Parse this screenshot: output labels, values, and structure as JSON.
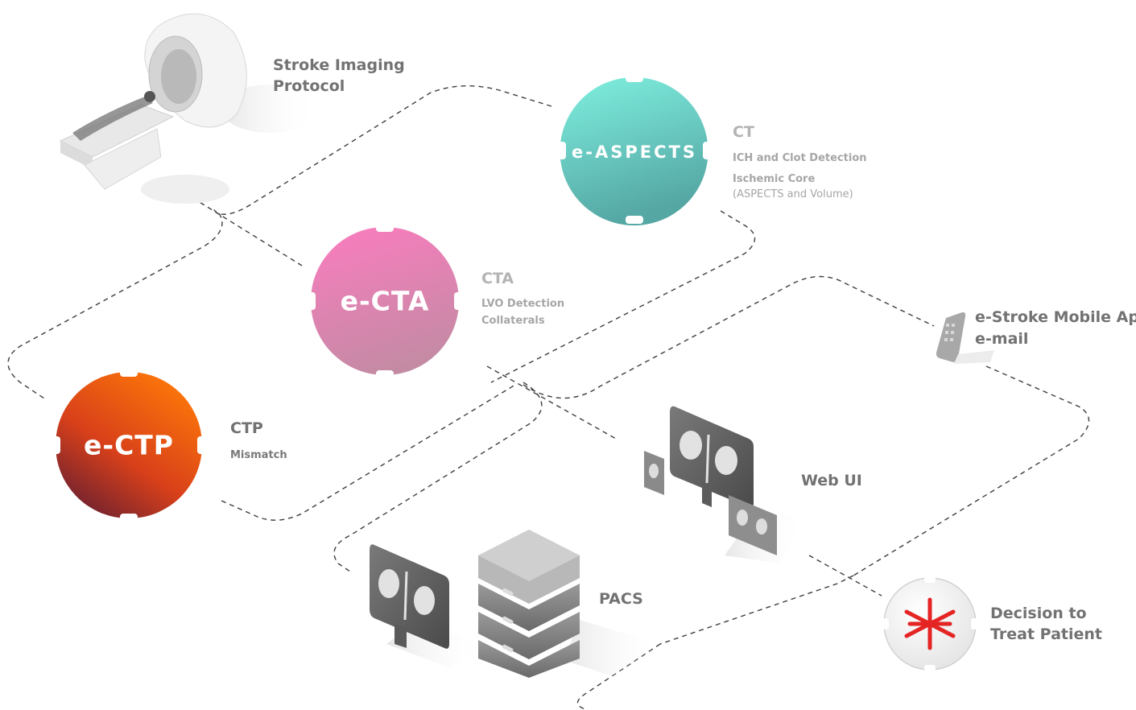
{
  "scanner": {
    "title_line1": "Stroke Imaging",
    "title_line2": "Protocol"
  },
  "aspects": {
    "module_label": "e-ASPECTS",
    "heading": "CT",
    "line1": "ICH and Clot Detection",
    "line2": "Ischemic Core",
    "line3": "(ASPECTS and Volume)",
    "gradient": [
      "#7ff0e0",
      "#52aaa6"
    ]
  },
  "cta": {
    "module_label": "e-CTA",
    "heading": "CTA",
    "line1": "LVO Detection",
    "line2": "Collaterals",
    "gradient": [
      "#f77dbd",
      "#c48aa4"
    ]
  },
  "ctp": {
    "module_label": "e-CTP",
    "heading": "CTP",
    "line1": "Mismatch",
    "gradient": [
      "#ff7a08",
      "#6a1e32"
    ]
  },
  "mobile": {
    "line1": "e-Stroke Mobile App",
    "line2": "e-mail"
  },
  "webui": {
    "label": "Web UI"
  },
  "pacs": {
    "label": "PACS"
  },
  "decision": {
    "line1": "Decision to",
    "line2": "Treat Patient",
    "accent": "#e52424"
  },
  "icons": [
    "ct-scanner-icon",
    "mobile-phone-icon",
    "web-ui-monitors-icon",
    "pacs-server-icon",
    "asterisk-icon"
  ]
}
